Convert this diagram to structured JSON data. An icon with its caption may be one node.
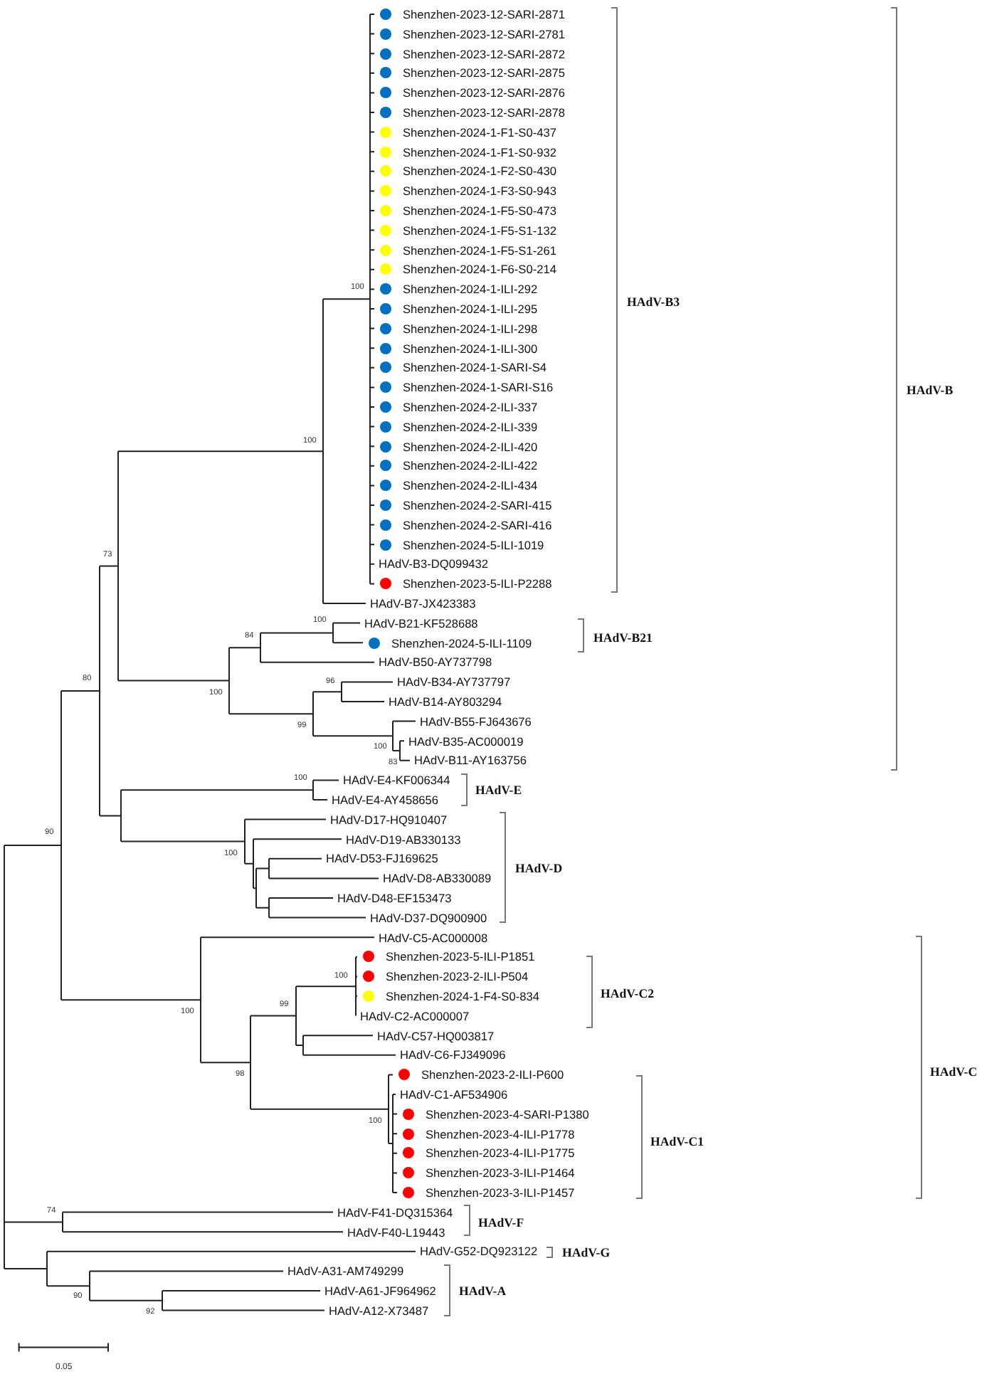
{
  "diagram": {
    "labels": [
      "Shenzhen-2023-12-SARI-2871",
      "Shenzhen-2023-12-SARI-2781",
      "Shenzhen-2023-12-SARI-2872",
      "Shenzhen-2023-12-SARI-2875",
      "Shenzhen-2023-12-SARI-2876",
      "Shenzhen-2023-12-SARI-2878",
      "Shenzhen-2024-1-F1-S0-437",
      "Shenzhen-2024-1-F1-S0-932",
      "Shenzhen-2024-1-F2-S0-430",
      "Shenzhen-2024-1-F3-S0-943",
      "Shenzhen-2024-1-F5-S0-473",
      "Shenzhen-2024-1-F5-S1-132",
      "Shenzhen-2024-1-F5-S1-261",
      "Shenzhen-2024-1-F6-S0-214",
      "100",
      "Shenzhen-2024-1-ILI-292",
      "HAdV-B3",
      "Shenzhen-2024-1-ILI-295",
      "Shenzhen-2024-1-ILI-298",
      "Shenzhen-2024-1-ILI-300",
      "Shenzhen-2024-1-SARI-S4",
      "Shenzhen-2024-1-SARI-S16",
      "HAdV-B",
      "Shenzhen-2024-2-ILI-337",
      "Shenzhen-2024-2-ILI-339",
      "100",
      "Shenzhen-2024-2-ILI-420",
      "Shenzhen-2024-2-ILI-422",
      "Shenzhen-2024-2-ILI-434",
      "Shenzhen-2024-2-SARI-415",
      "Shenzhen-2024-2-SARI-416",
      "Shenzhen-2024-5-ILI-1019",
      "73",
      "HAdV-B3-DQ099432",
      "Shenzhen-2023-5-ILI-P2288",
      "HAdV-B7-JX423383",
      "100",
      "HAdV-B21-KF528688",
      "84",
      "Shenzhen-2024-5-ILI-1109",
      "HAdV-B21",
      "HAdV-B50-AY737798",
      "80",
      "96",
      "HAdV-B34-AY737797",
      "100",
      "HAdV-B14-AY803294",
      "99",
      "HAdV-B55-FJ643676",
      "100",
      "HAdV-B35-AC000019",
      "83",
      "HAdV-B11-AY163756",
      "100",
      "HAdV-E4-KF006344",
      "HAdV-E",
      "HAdV-E4-AY458656",
      "HAdV-D17-HQ910407",
      "90",
      "HAdV-D19-AB330133",
      "100",
      "HAdV-D53-FJ169625",
      "HAdV-D",
      "HAdV-D8-AB330089",
      "HAdV-D48-EF153473",
      "HAdV-D37-DQ900900",
      "HAdV-C5-AC000008",
      "Shenzhen-2023-5-ILI-P1851",
      "100",
      "Shenzhen-2023-2-ILI-P504",
      "Shenzhen-2024-1-F4-S0-834",
      "HAdV-C2",
      "100",
      "99",
      "HAdV-C2-AC000007",
      "HAdV-C57-HQ003817",
      "HAdV-C6-FJ349096",
      "98",
      "Shenzhen-2023-2-ILI-P600",
      "HAdV-C",
      "HAdV-C1-AF534906",
      "100",
      "Shenzhen-2023-4-SARI-P1380",
      "Shenzhen-2023-4-ILI-P1778",
      "HAdV-C1",
      "Shenzhen-2023-4-ILI-P1775",
      "Shenzhen-2023-3-ILI-P1464",
      "Shenzhen-2023-3-ILI-P1457",
      "74",
      "HAdV-F41-DQ315364",
      "HAdV-F",
      "HAdV-F40-L19443",
      "HAdV-G52-DQ923122",
      "HAdV-G",
      "HAdV-A31-AM749299",
      "90",
      "HAdV-A61-JF964962",
      "HAdV-A",
      "92",
      "HAdV-A12-X73487",
      "0.05"
    ]
  }
}
